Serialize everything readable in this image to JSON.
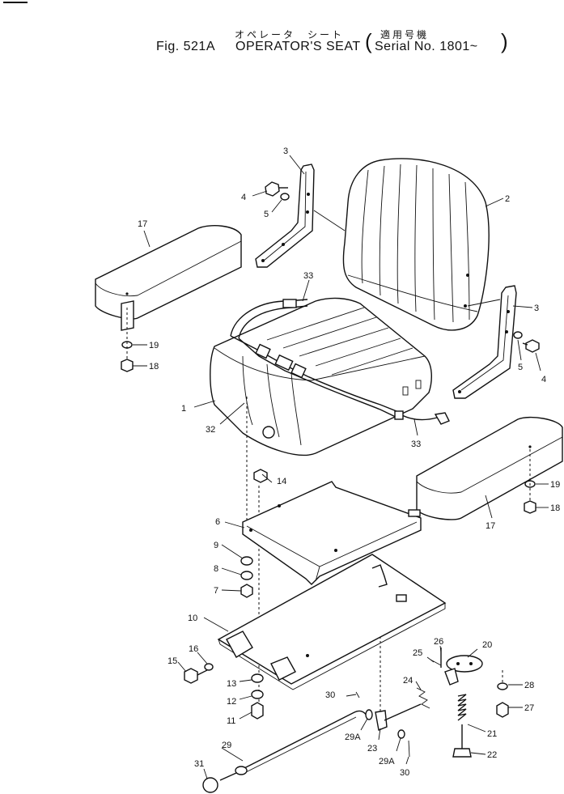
{
  "header": {
    "fig_label": "Fig. 521A",
    "title_en": "OPERATOR'S SEAT",
    "title_jp": "オペレータ　シート",
    "serial_jp": "適用号機",
    "serial_text": "Serial No. 1801~"
  },
  "callouts": [
    "1",
    "2",
    "3",
    "3",
    "4",
    "4",
    "5",
    "5",
    "6",
    "7",
    "8",
    "9",
    "10",
    "11",
    "12",
    "13",
    "14",
    "15",
    "16",
    "17",
    "17",
    "18",
    "18",
    "19",
    "19",
    "20",
    "21",
    "22",
    "23",
    "24",
    "25",
    "26",
    "27",
    "28",
    "29",
    "29A",
    "29A",
    "30",
    "30",
    "31",
    "32",
    "33",
    "33"
  ]
}
